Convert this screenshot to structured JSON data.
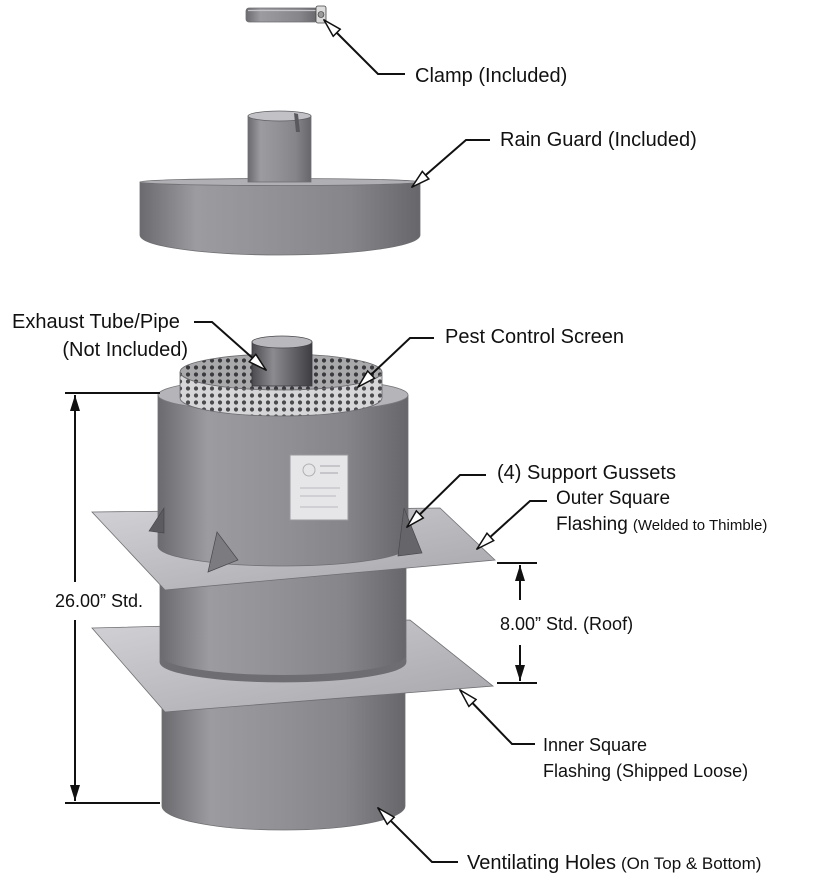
{
  "labels": {
    "clamp": "Clamp (Included)",
    "rain_guard": "Rain Guard (Included)",
    "exhaust_line1": "Exhaust Tube/Pipe",
    "exhaust_line2": "(Not Included)",
    "pest_screen": "Pest Control Screen",
    "gussets": "(4) Support Gussets",
    "outer_line1": "Outer Square",
    "outer_line2_main": "Flashing",
    "outer_line2_note": "(Welded to Thimble)",
    "inner_line1": "Inner Square",
    "inner_line2": "Flashing (Shipped Loose)",
    "vent_main": "Ventilating Holes",
    "vent_note": "(On Top & Bottom)"
  },
  "dimensions": {
    "overall": "26.00” Std.",
    "roof": "8.00” Std. (Roof)"
  },
  "colors": {
    "steel": "#8e8e92",
    "flashing": "#c0c0c4",
    "ink": "#111111",
    "background": "#ffffff"
  }
}
